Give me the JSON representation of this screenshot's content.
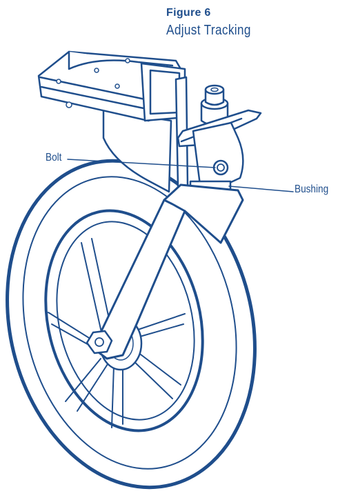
{
  "figure": {
    "number": "Figure 6",
    "title": "Adjust Tracking"
  },
  "callouts": {
    "bolt": "Bolt",
    "bushing": "Bushing"
  },
  "colors": {
    "ink": "#1f4e8c",
    "fill": "#ffffff"
  }
}
